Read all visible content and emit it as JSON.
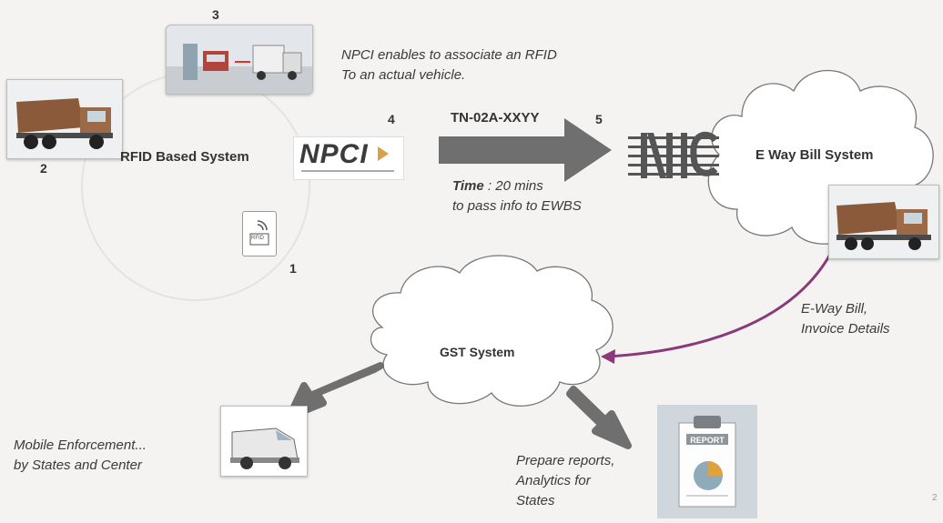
{
  "markers": {
    "m1": "1",
    "m2": "2",
    "m3": "3",
    "m4": "4",
    "m5": "5"
  },
  "labels": {
    "rfid_system": "RFID Based System",
    "npci_note": [
      "NPCI enables to associate an RFID",
      "To an actual vehicle."
    ],
    "vehicle_number": "TN-02A-XXYY",
    "time_label": "Time",
    "time_value": " : 20 mins",
    "time_note": "to pass info to EWBS",
    "eway_bill_system": "E Way Bill System",
    "eway_invoice": [
      "E-Way Bill,",
      "Invoice Details"
    ],
    "gst_system": "GST System",
    "mobile_enforcement": [
      "Mobile Enforcement...",
      "by States and Center"
    ],
    "reports": [
      "Prepare reports,",
      "Analytics for",
      "States"
    ],
    "logo_npci": "NPCI",
    "tag_rfid": "RFID",
    "doc_report": "REPORT",
    "page_number": "2"
  },
  "icons": [
    "dump-truck-icon",
    "toll-gate-icon",
    "npci-logo-icon",
    "rfid-tag-icon",
    "nic-logo-icon",
    "delivery-van-icon",
    "report-clipboard-icon"
  ],
  "colors": {
    "arrow": "#6f6f6f",
    "arrow_curve": "#8a3a7a",
    "cloud_stroke": "#7a7a7a",
    "truck": "#8a5a3a"
  }
}
